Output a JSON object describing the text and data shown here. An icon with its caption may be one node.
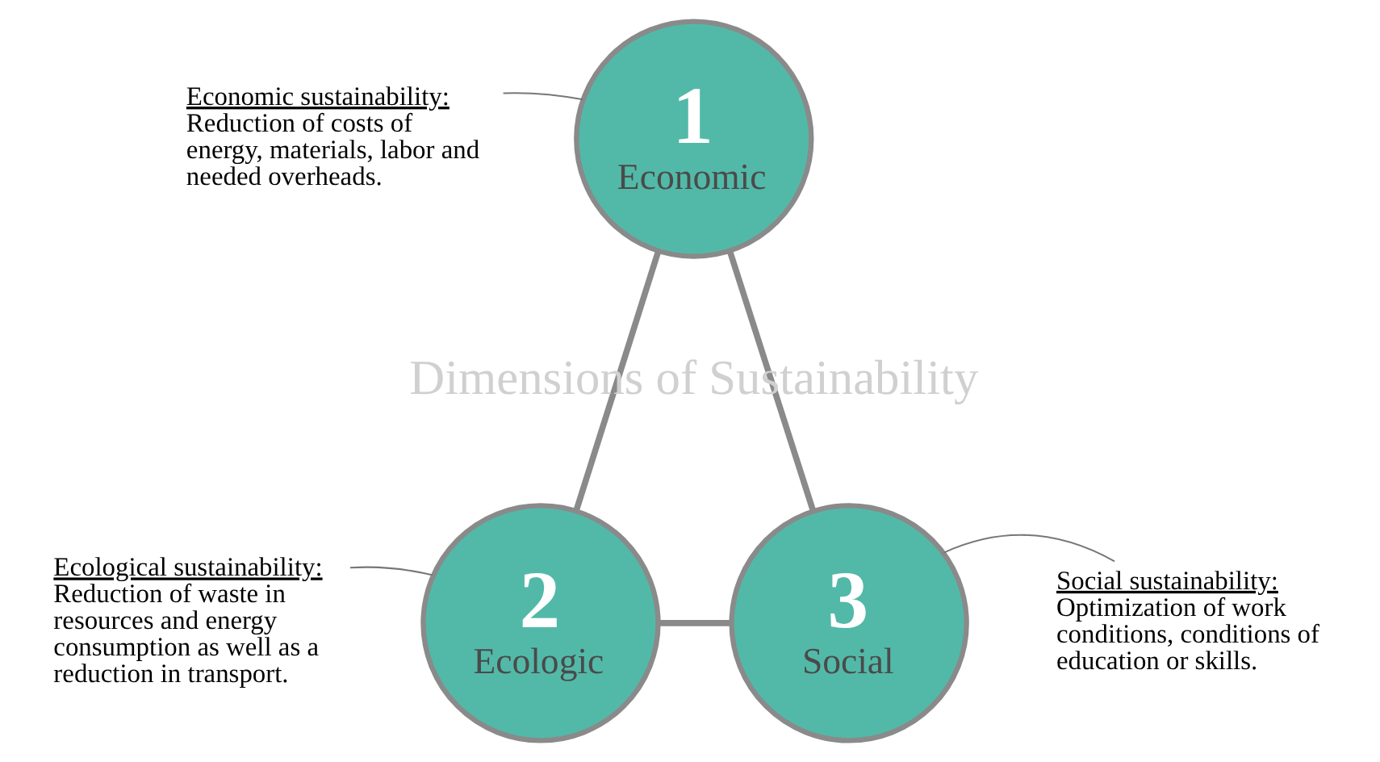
{
  "diagram": {
    "nodes": [
      {
        "text": [
          "1",
          "Economic"
        ]
      },
      {
        "text": [
          "2",
          "Ecologic"
        ]
      },
      {
        "text": [
          "3",
          "Social"
        ]
      },
      {
        "text": [
          "Economic sustainability:",
          "Reduction of costs of energy, materials, labor and needed overheads."
        ]
      },
      {
        "text": [
          "Ecological sustainability:",
          "Reduction of waste in resources and energy consumption as well as a reduction in transport."
        ]
      },
      {
        "text": [
          "Social sustainability:",
          "Optimization of work conditions, conditions of education or skills."
        ]
      }
    ],
    "edges": [
      {
        "from": 0,
        "to": 1,
        "arrow": "none",
        "style": "thick"
      },
      {
        "from": 0,
        "to": 2,
        "arrow": "none",
        "style": "thick"
      },
      {
        "from": 1,
        "to": 2,
        "arrow": "none",
        "style": "thick"
      },
      {
        "from": 3,
        "to": 0,
        "arrow": "none"
      },
      {
        "from": 4,
        "to": 1,
        "arrow": "none"
      },
      {
        "from": 5,
        "to": 2,
        "arrow": "none"
      }
    ],
    "labels": [
      "Dimensions of Sustainability"
    ]
  }
}
